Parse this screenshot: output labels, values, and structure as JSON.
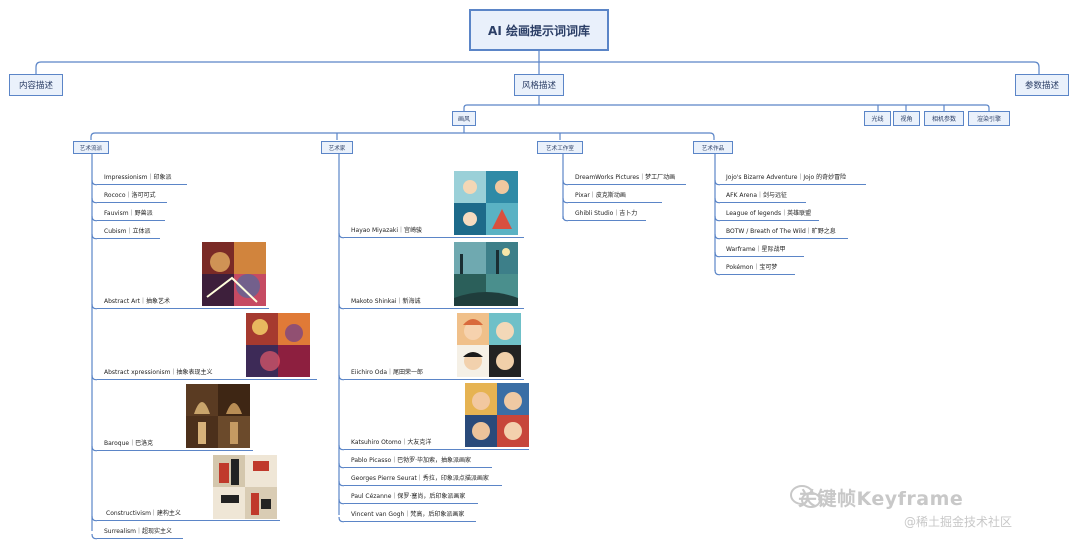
{
  "root": {
    "label": "AI 绘画提示词词库"
  },
  "level1": [
    {
      "id": "content",
      "label": "内容描述"
    },
    {
      "id": "style",
      "label": "风格描述"
    },
    {
      "id": "params",
      "label": "参数描述"
    }
  ],
  "style_children": [
    {
      "id": "huafeng",
      "label": "画风"
    },
    {
      "id": "guangxian",
      "label": "光线"
    },
    {
      "id": "shijiao",
      "label": "视角"
    },
    {
      "id": "xiangji",
      "label": "相机参数"
    },
    {
      "id": "xuanran",
      "label": "渲染引擎"
    }
  ],
  "huafeng_children": [
    {
      "id": "liupai",
      "label": "艺术流派"
    },
    {
      "id": "yishujia",
      "label": "艺术家"
    },
    {
      "id": "gongzuoshi",
      "label": "艺术工作室"
    },
    {
      "id": "zuopin",
      "label": "艺术作品"
    }
  ],
  "art_movements": [
    "Impressionism｜印象派",
    "Rococo｜洛可可式",
    "Fauvism｜野兽派",
    "Cubism｜立体派",
    "Abstract Art｜抽象艺术",
    "Abstract xpressionism｜抽象表现主义",
    "Baroque｜巴洛克",
    "Constructivism｜建构主义",
    "Surrealism｜超现实主义"
  ],
  "artists": [
    "Hayao Miyazaki｜宫崎骏",
    "Makoto Shinkai｜新海诚",
    "Eiichiro Oda｜尾田荣一郎",
    "Katsuhiro Otomo｜大友克洋",
    "Pablo Picasso｜巴勃罗·毕加索，抽象派画家",
    "Georges Pierre Seurat｜秀拉，印象派点描派画家",
    "Paul Cézanne｜保罗·塞尚，后印象派画家",
    "Vincent van Gogh｜梵高，后印象派画家"
  ],
  "studios": [
    "DreamWorks Pictures｜梦工厂动画",
    "Pixar｜皮克斯动画",
    "Ghibli Studio｜吉卜力"
  ],
  "works": [
    "Jojo's Bizarre Adventure｜Jojo 的奇妙冒险",
    "AFK Arena｜剑与远征",
    "League of legends｜英雄联盟",
    "BOTW / Breath of The Wild｜旷野之息",
    "Warframe｜星际战甲",
    "Pokémon｜宝可梦"
  ],
  "watermark": {
    "line1": "关键帧Keyframe",
    "line2": "@稀土掘金技术社区"
  },
  "colors": {
    "node_border": "#5b85c7",
    "node_fill": "#eaf1fb",
    "text": "#2b3e66"
  }
}
